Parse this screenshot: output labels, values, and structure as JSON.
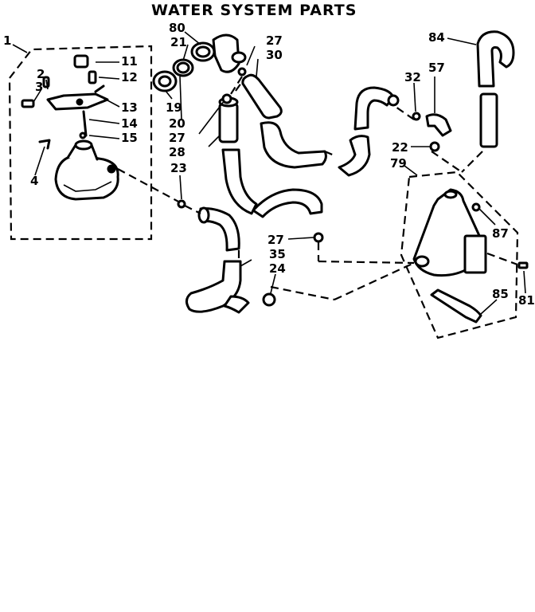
{
  "title": "WATER SYSTEM PARTS",
  "callouts": [
    {
      "id": "c1",
      "label": "1"
    },
    {
      "id": "c2",
      "label": "2"
    },
    {
      "id": "c3",
      "label": "3"
    },
    {
      "id": "c4",
      "label": "4"
    },
    {
      "id": "c11",
      "label": "11"
    },
    {
      "id": "c12",
      "label": "12"
    },
    {
      "id": "c13",
      "label": "13"
    },
    {
      "id": "c14",
      "label": "14"
    },
    {
      "id": "c15",
      "label": "15"
    },
    {
      "id": "c19",
      "label": "19"
    },
    {
      "id": "c20",
      "label": "20"
    },
    {
      "id": "c21",
      "label": "21"
    },
    {
      "id": "c22",
      "label": "22"
    },
    {
      "id": "c23",
      "label": "23"
    },
    {
      "id": "c24",
      "label": "24"
    },
    {
      "id": "c27a",
      "label": "27"
    },
    {
      "id": "c27b",
      "label": "27"
    },
    {
      "id": "c27c",
      "label": "27"
    },
    {
      "id": "c28",
      "label": "28"
    },
    {
      "id": "c30",
      "label": "30"
    },
    {
      "id": "c32",
      "label": "32"
    },
    {
      "id": "c35",
      "label": "35"
    },
    {
      "id": "c57",
      "label": "57"
    },
    {
      "id": "c79",
      "label": "79"
    },
    {
      "id": "c80",
      "label": "80"
    },
    {
      "id": "c81",
      "label": "81"
    },
    {
      "id": "c84",
      "label": "84"
    },
    {
      "id": "c85",
      "label": "85"
    },
    {
      "id": "c87",
      "label": "87"
    }
  ]
}
